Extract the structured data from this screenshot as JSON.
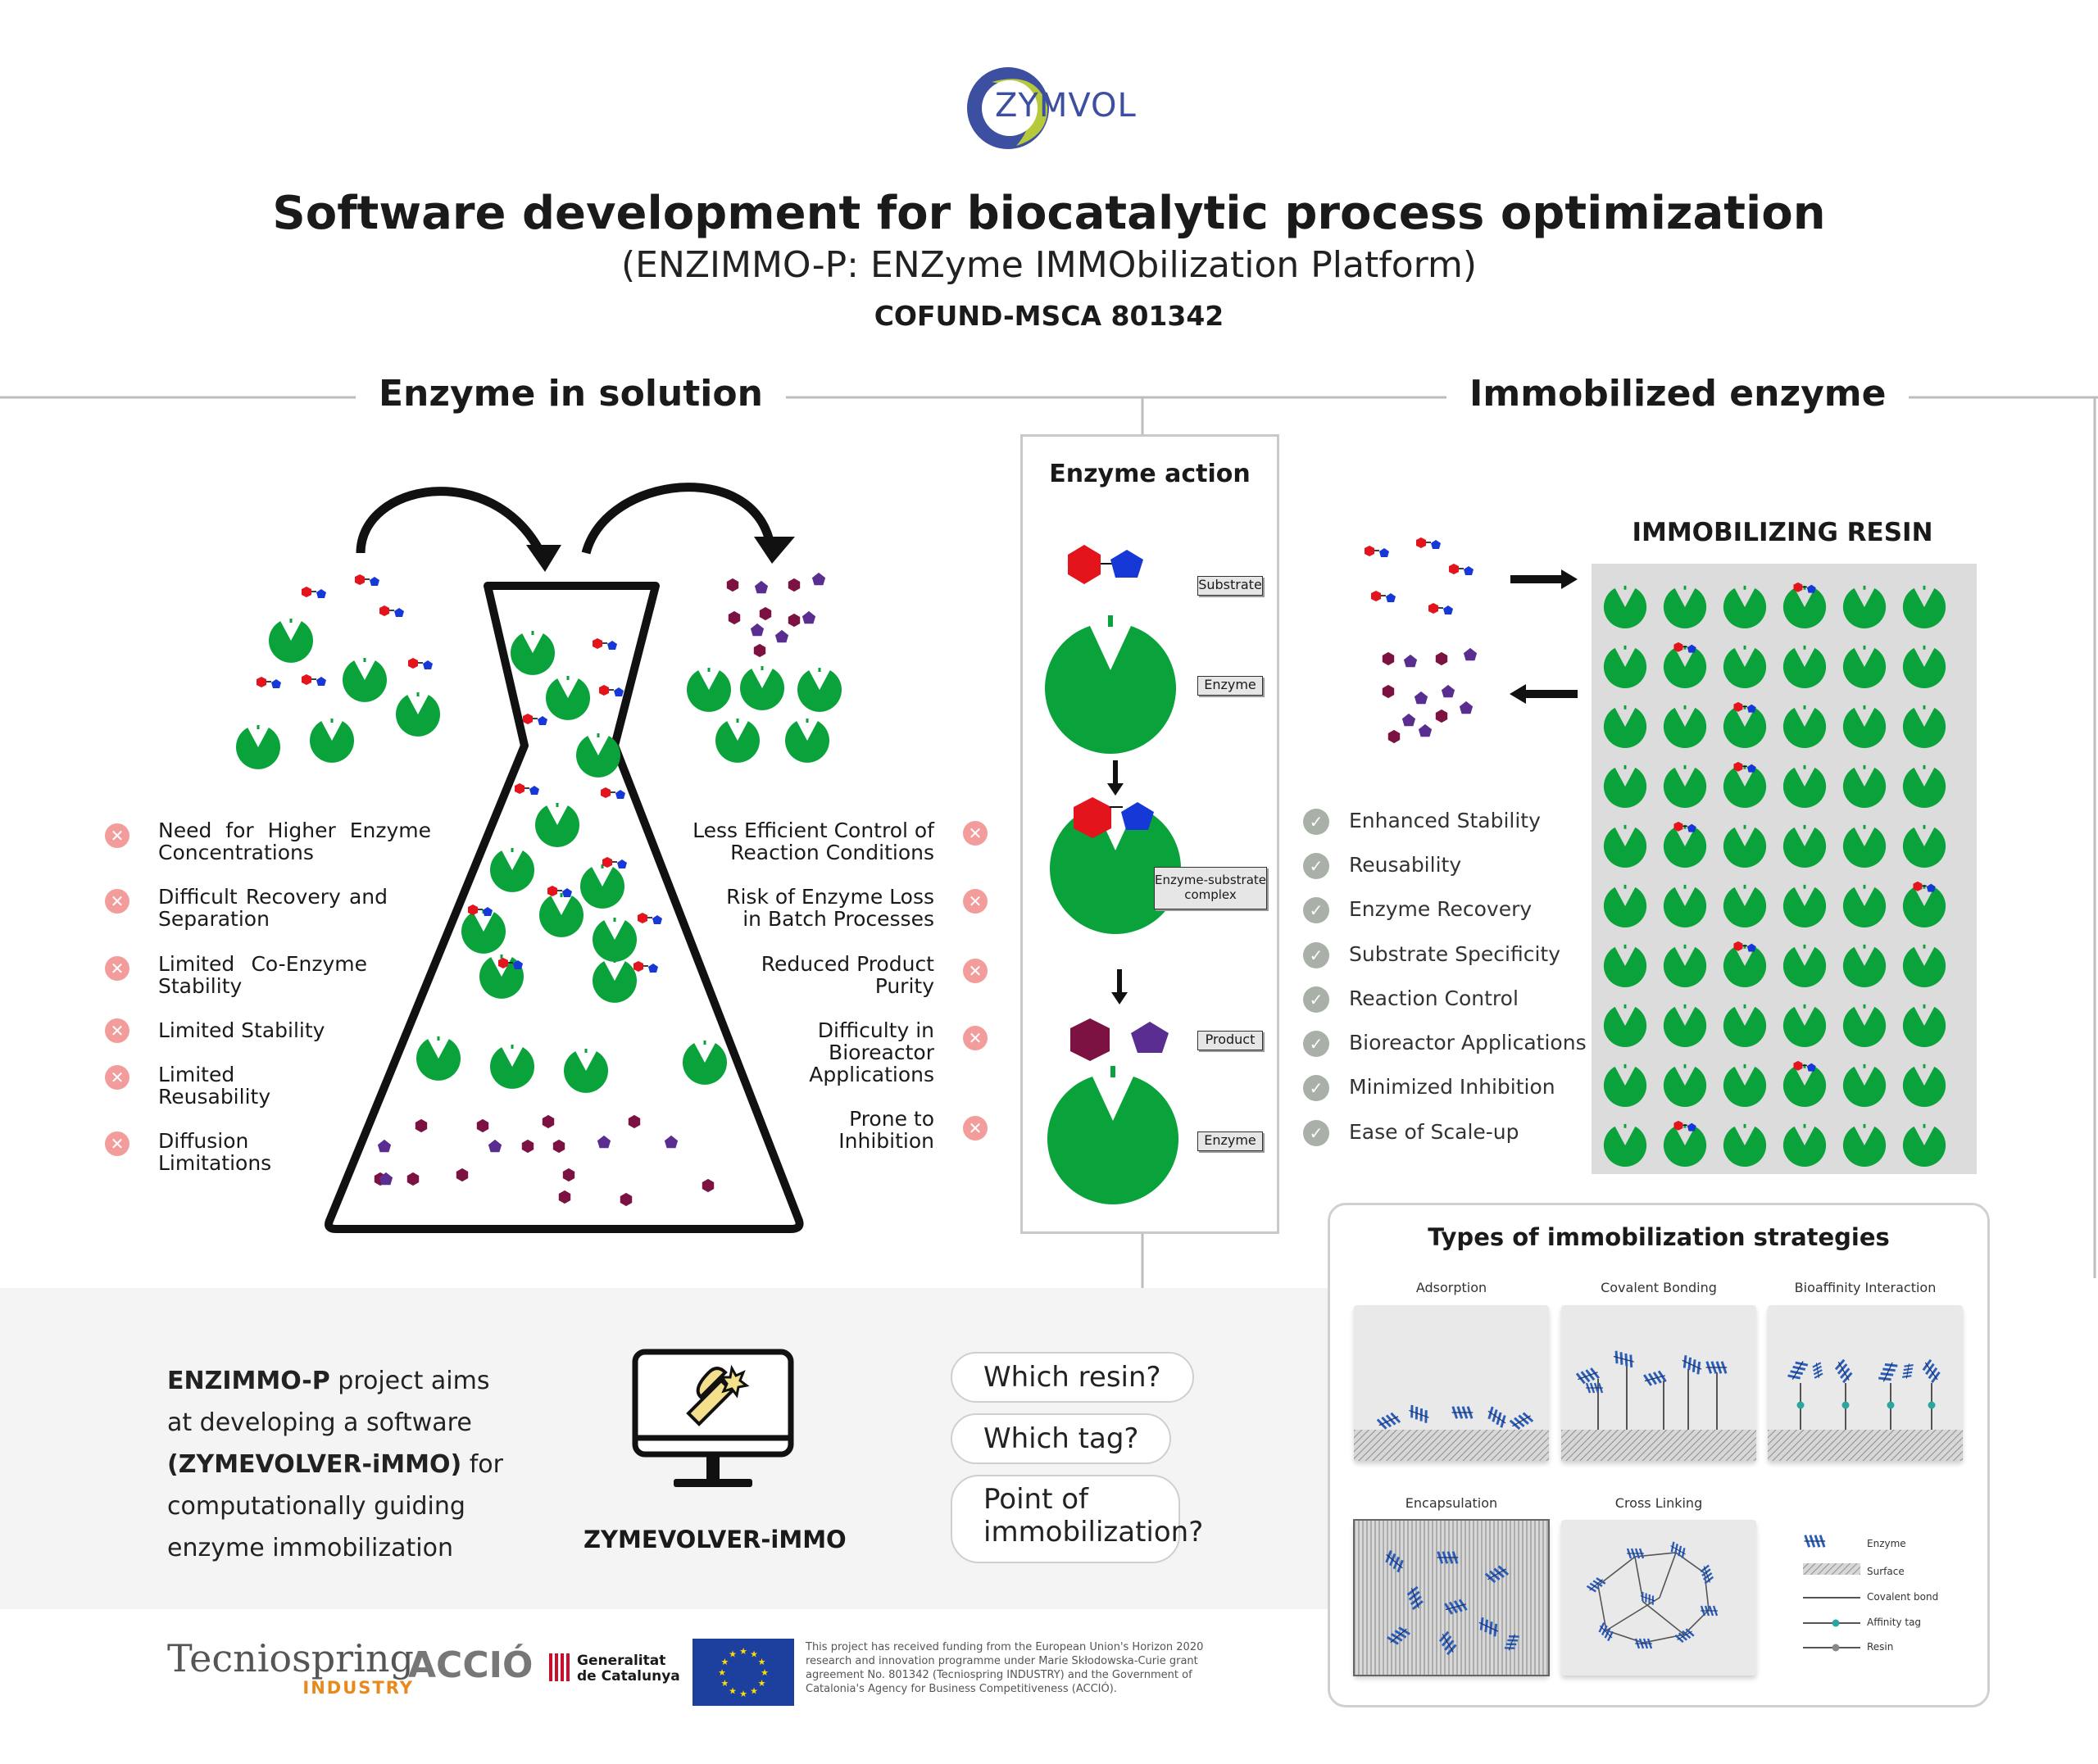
{
  "brand": {
    "logo_text": "ZYMVOL"
  },
  "header": {
    "title": "Software development for biocatalytic process optimization",
    "subtitle": "(ENZIMMO-P: ENZyme IMMObilization Platform)",
    "grant": "COFUND-MSCA 801342"
  },
  "solution": {
    "heading": "Enzyme in solution",
    "cons_left": [
      "Need for Higher Enzyme Concentrations",
      "Difficult Recovery and Separation",
      "Limited Co-Enzyme Stability",
      "Limited Stability",
      "Limited Reusability",
      "Diffusion Limitations"
    ],
    "cons_right": [
      "Less Efficient Control of Reaction Conditions",
      "Risk of Enzyme Loss in Batch Processes",
      "Reduced Product Purity",
      "Difficulty in Bioreactor Applications",
      "Prone to Inhibition"
    ]
  },
  "enzyme_action": {
    "heading": "Enzyme action",
    "labels": {
      "substrate": "Substrate",
      "enzyme": "Enzyme",
      "complex": "Enzyme-substrate complex",
      "product": "Product",
      "enzyme2": "Enzyme"
    }
  },
  "immobilized": {
    "heading": "Immobilized enzyme",
    "resin_label": "IMMOBILIZING RESIN",
    "pros": [
      "Enhanced Stability",
      "Reusability",
      "Enzyme Recovery",
      "Substrate Specificity",
      "Reaction Control",
      "Bioreactor Applications",
      "Minimized Inhibition",
      "Ease of Scale-up"
    ]
  },
  "strategies": {
    "heading": "Types of immobilization strategies",
    "items": [
      "Adsorption",
      "Covalent Bonding",
      "Bioaffinity Interaction",
      "Encapsulation",
      "Cross Linking"
    ],
    "legend": [
      "Enzyme",
      "Surface",
      "Covalent bond",
      "Affinity tag",
      "Resin"
    ]
  },
  "project": {
    "line1_bold": "ENZIMMO-P",
    "line1_rest": " project aims",
    "line2": "at developing a software",
    "line3_bold": "(ZYMEVOLVER-iMMO)",
    "line3_rest": " for",
    "line4": "computationally guiding",
    "line5": "enzyme immobilization",
    "software_name": "ZYMEVOLVER-iMMO",
    "questions": [
      "Which resin?",
      "Which tag?",
      "Point of immobilization?"
    ]
  },
  "footer": {
    "tecniospring": "Tecniospring",
    "industry": "INDUSTRY",
    "accio": "ACCIÓ",
    "generalitat_1": "Generalitat",
    "generalitat_2": "de Catalunya",
    "funding_text": "This project has received funding from the European Union's Horizon 2020 research and innovation programme under Marie Skłodowska-Curie grant agreement No. 801342 (Tecniospring INDUSTRY) and the Government of Catalonia's Agency for Business Competitiveness (ACCIÓ)."
  },
  "colors": {
    "enzyme_green": "#0aa23a",
    "substrate_red": "#e3141b",
    "substrate_blue": "#1638d6",
    "product_maroon": "#7b1242",
    "product_purple": "#5a2d91",
    "resin_gray": "#dcdcdc",
    "bottom_band": "#f4f4f4",
    "eu_blue": "#1d3f9e",
    "industry_orange": "#e8891b"
  }
}
